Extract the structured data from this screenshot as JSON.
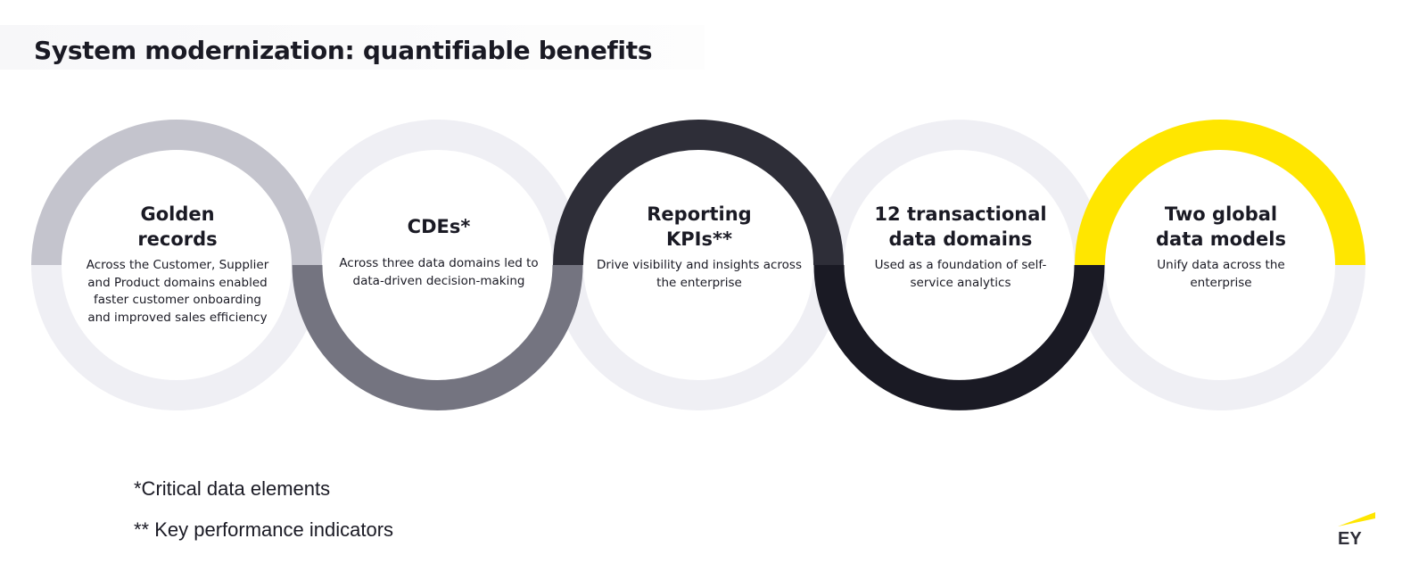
{
  "title": "System modernization: quantifiable benefits",
  "colors": {
    "track": "#efeff4",
    "gray_light": "#c4c4cd",
    "gray_mid": "#747480",
    "dark": "#2e2e38",
    "black": "#1a1a24",
    "yellow": "#ffe600"
  },
  "items": [
    {
      "heading": "Golden records",
      "body": "Across the Customer, Supplier and Product domains enabled faster customer onboarding and improved sales efficiency",
      "accent_half": "top",
      "color": "#c4c4cd"
    },
    {
      "heading": "CDEs*",
      "body": "Across three data domains led to data-driven decision-making",
      "accent_half": "bottom",
      "color": "#747480"
    },
    {
      "heading": "Reporting KPIs**",
      "body": "Drive visibility and insights across the enterprise",
      "accent_half": "top",
      "color": "#2e2e38"
    },
    {
      "heading": "12 transactional data domains",
      "body": "Used as a foundation of self-service analytics",
      "accent_half": "bottom",
      "color": "#1a1a24"
    },
    {
      "heading": "Two global data models",
      "body": "Unify data across the enterprise",
      "accent_half": "top",
      "color": "#ffe600"
    }
  ],
  "footnotes": [
    "*Critical data elements",
    "** Key performance indicators"
  ],
  "logo": "EY"
}
